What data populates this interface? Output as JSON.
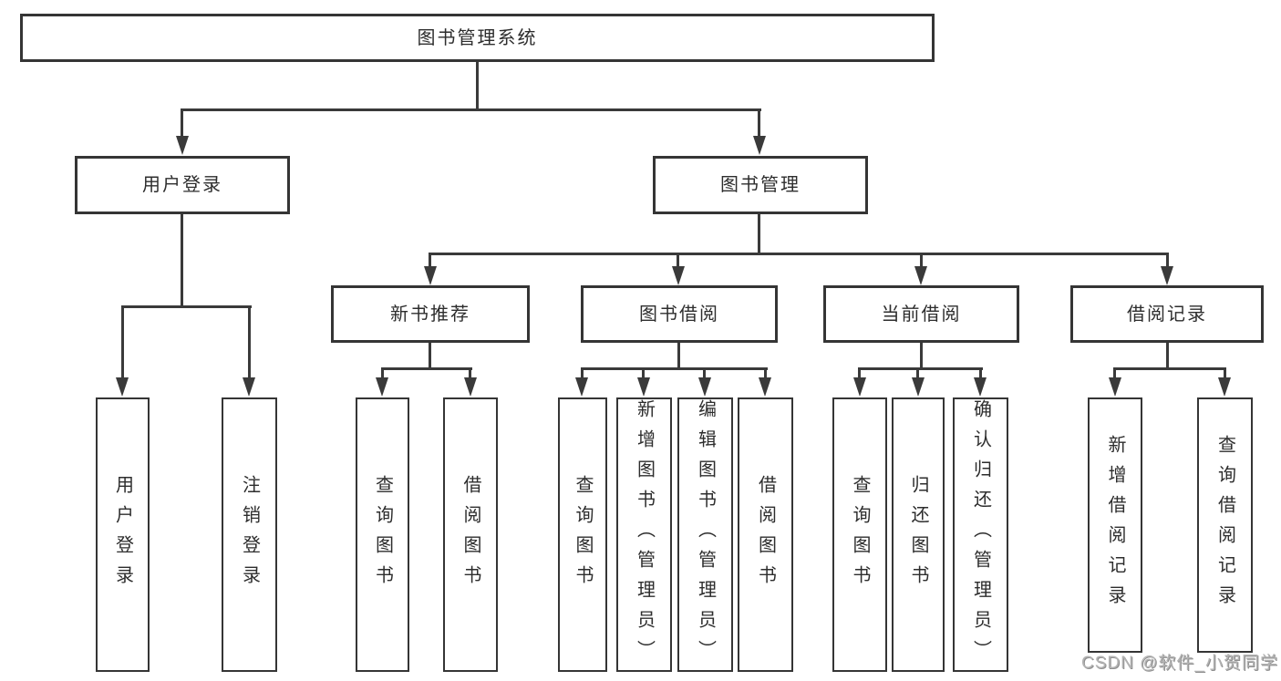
{
  "colors": {
    "line": "#3a3a3a",
    "box_border": "#353535",
    "box_background": "#ffffff",
    "text": "#2d2d2d",
    "watermark": "#b3b3b3",
    "page_background": "#ffffff"
  },
  "watermark": "CSDN @软件_小贺同学",
  "tree": {
    "root": {
      "label": "图书管理系统"
    },
    "branches": [
      {
        "label": "用户登录",
        "children": [
          {
            "label": "用户登录"
          },
          {
            "label": "注销登录"
          }
        ]
      },
      {
        "label": "图书管理",
        "children": [
          {
            "label": "新书推荐",
            "children": [
              {
                "label": "查询图书"
              },
              {
                "label": "借阅图书"
              }
            ]
          },
          {
            "label": "图书借阅",
            "children": [
              {
                "label": "查询图书"
              },
              {
                "label": "新增图书（管理员）"
              },
              {
                "label": "编辑图书（管理员）"
              },
              {
                "label": "借阅图书"
              }
            ]
          },
          {
            "label": "当前借阅",
            "children": [
              {
                "label": "查询图书"
              },
              {
                "label": "归还图书"
              },
              {
                "label": "确认归还（管理员）"
              }
            ]
          },
          {
            "label": "借阅记录",
            "children": [
              {
                "label": "新增借阅记录"
              },
              {
                "label": "查询借阅记录"
              }
            ]
          }
        ]
      }
    ]
  }
}
